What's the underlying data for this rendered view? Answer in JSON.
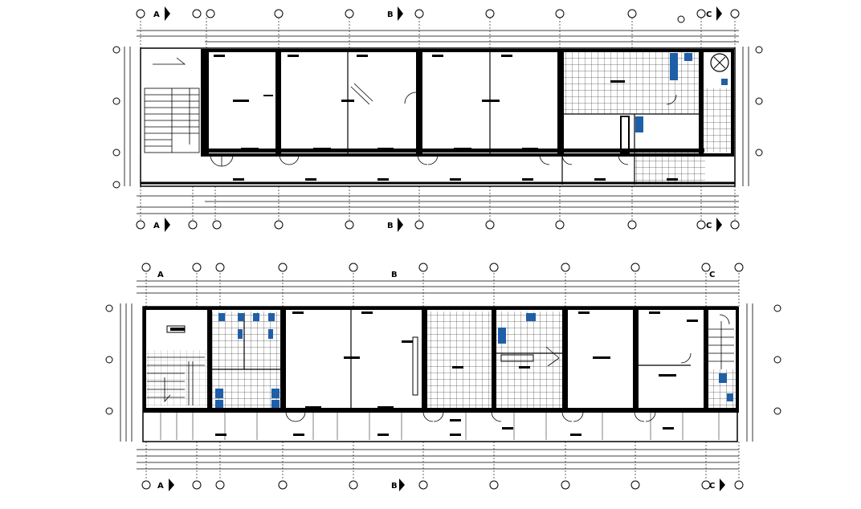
{
  "colors": {
    "ink": "#000000",
    "fixture_blue": "#1f5fa8",
    "paper": "#ffffff"
  },
  "drawings": [
    {
      "id": "upper-floor-plan",
      "grid_top": [
        "A",
        "B",
        "C"
      ],
      "grid_bottom": [
        "A",
        "B",
        "C"
      ]
    },
    {
      "id": "lower-floor-plan",
      "grid_top": [
        "A",
        "B",
        "C"
      ],
      "grid_bottom": [
        "A",
        "B",
        "C"
      ]
    }
  ],
  "icons": [
    "grid-bubble-icon",
    "section-arrow-icon",
    "door-swing-icon",
    "stair-icon",
    "toilet-fixture-icon",
    "tile-grid-icon"
  ]
}
